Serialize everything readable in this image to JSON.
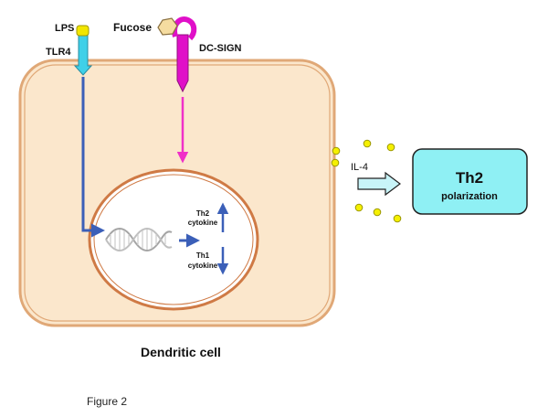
{
  "labels": {
    "lps": "LPS",
    "tlr4": "TLR4",
    "fucose": "Fucose",
    "dc_sign": "DC-SIGN",
    "il4": "IL-4",
    "th2_box_title": "Th2",
    "th2_box_sub": "polarization",
    "th2_cytokine_line1": "Th2",
    "th2_cytokine_line2": "cytokine",
    "th1_cytokine_line1": "Th1",
    "th1_cytokine_line2": "cytokine",
    "cell_label": "Dendritic cell",
    "figure_caption": "Figure 2"
  },
  "colors": {
    "cell_fill": "#fbe7cc",
    "cell_border": "#e0a877",
    "nucleus_border": "#cf7a45",
    "tlr4_receptor": "#3fd0e8",
    "lps": "#f2e600",
    "dc_sign_receptor": "#e010c8",
    "fucose": "#f5dca0",
    "signal_arrow_blue": "#3b5fb8",
    "signal_arrow_magenta": "#f030c8",
    "il4_dots": "#f5f000",
    "th2_box_fill": "#8ff0f4",
    "output_arrow_fill": "#c8f4f8"
  }
}
